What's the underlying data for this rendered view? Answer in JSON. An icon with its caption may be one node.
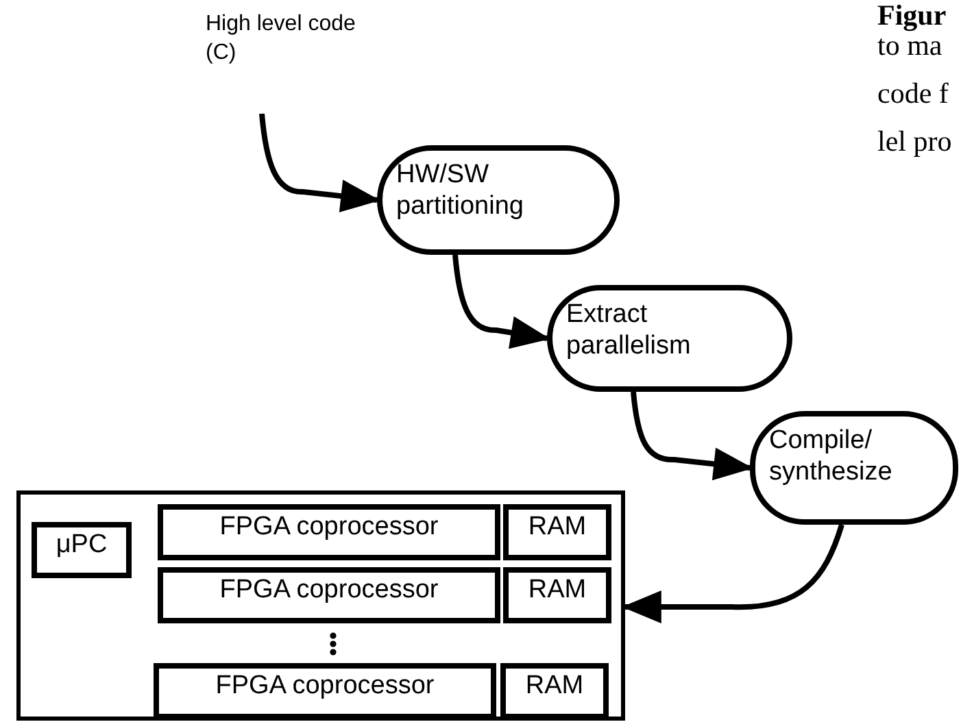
{
  "diagram": {
    "nodes": [
      {
        "text": [
          "High level code (C)"
        ]
      },
      {
        "text": [
          "HW/SW partitioning"
        ]
      },
      {
        "text": [
          "Extract parallelism"
        ]
      },
      {
        "text": [
          "Compile/ synthesize"
        ]
      },
      {
        "text": [],
        "shape": "box"
      },
      {
        "text": [
          "μPC"
        ],
        "in": 4
      },
      {
        "text": [
          "FPGA coprocessor"
        ],
        "in": 4
      },
      {
        "text": [
          "RAM"
        ],
        "in": 4
      },
      {
        "text": [
          "FPGA coprocessor"
        ],
        "in": 4
      },
      {
        "text": [
          "RAM"
        ],
        "in": 4
      },
      {
        "text": [
          "FPGA coprocessor"
        ],
        "in": 4
      },
      {
        "text": [
          "RAM"
        ],
        "in": 4
      }
    ],
    "edges": [
      {
        "from": 0,
        "to": 1,
        "arrow": "to"
      },
      {
        "from": 1,
        "to": 2,
        "arrow": "to"
      },
      {
        "from": 2,
        "to": 3,
        "arrow": "to"
      },
      {
        "from": 3,
        "to": 4,
        "arrow": "to"
      }
    ],
    "labels": [
      "Figur",
      "to ma code f lel pro"
    ]
  }
}
